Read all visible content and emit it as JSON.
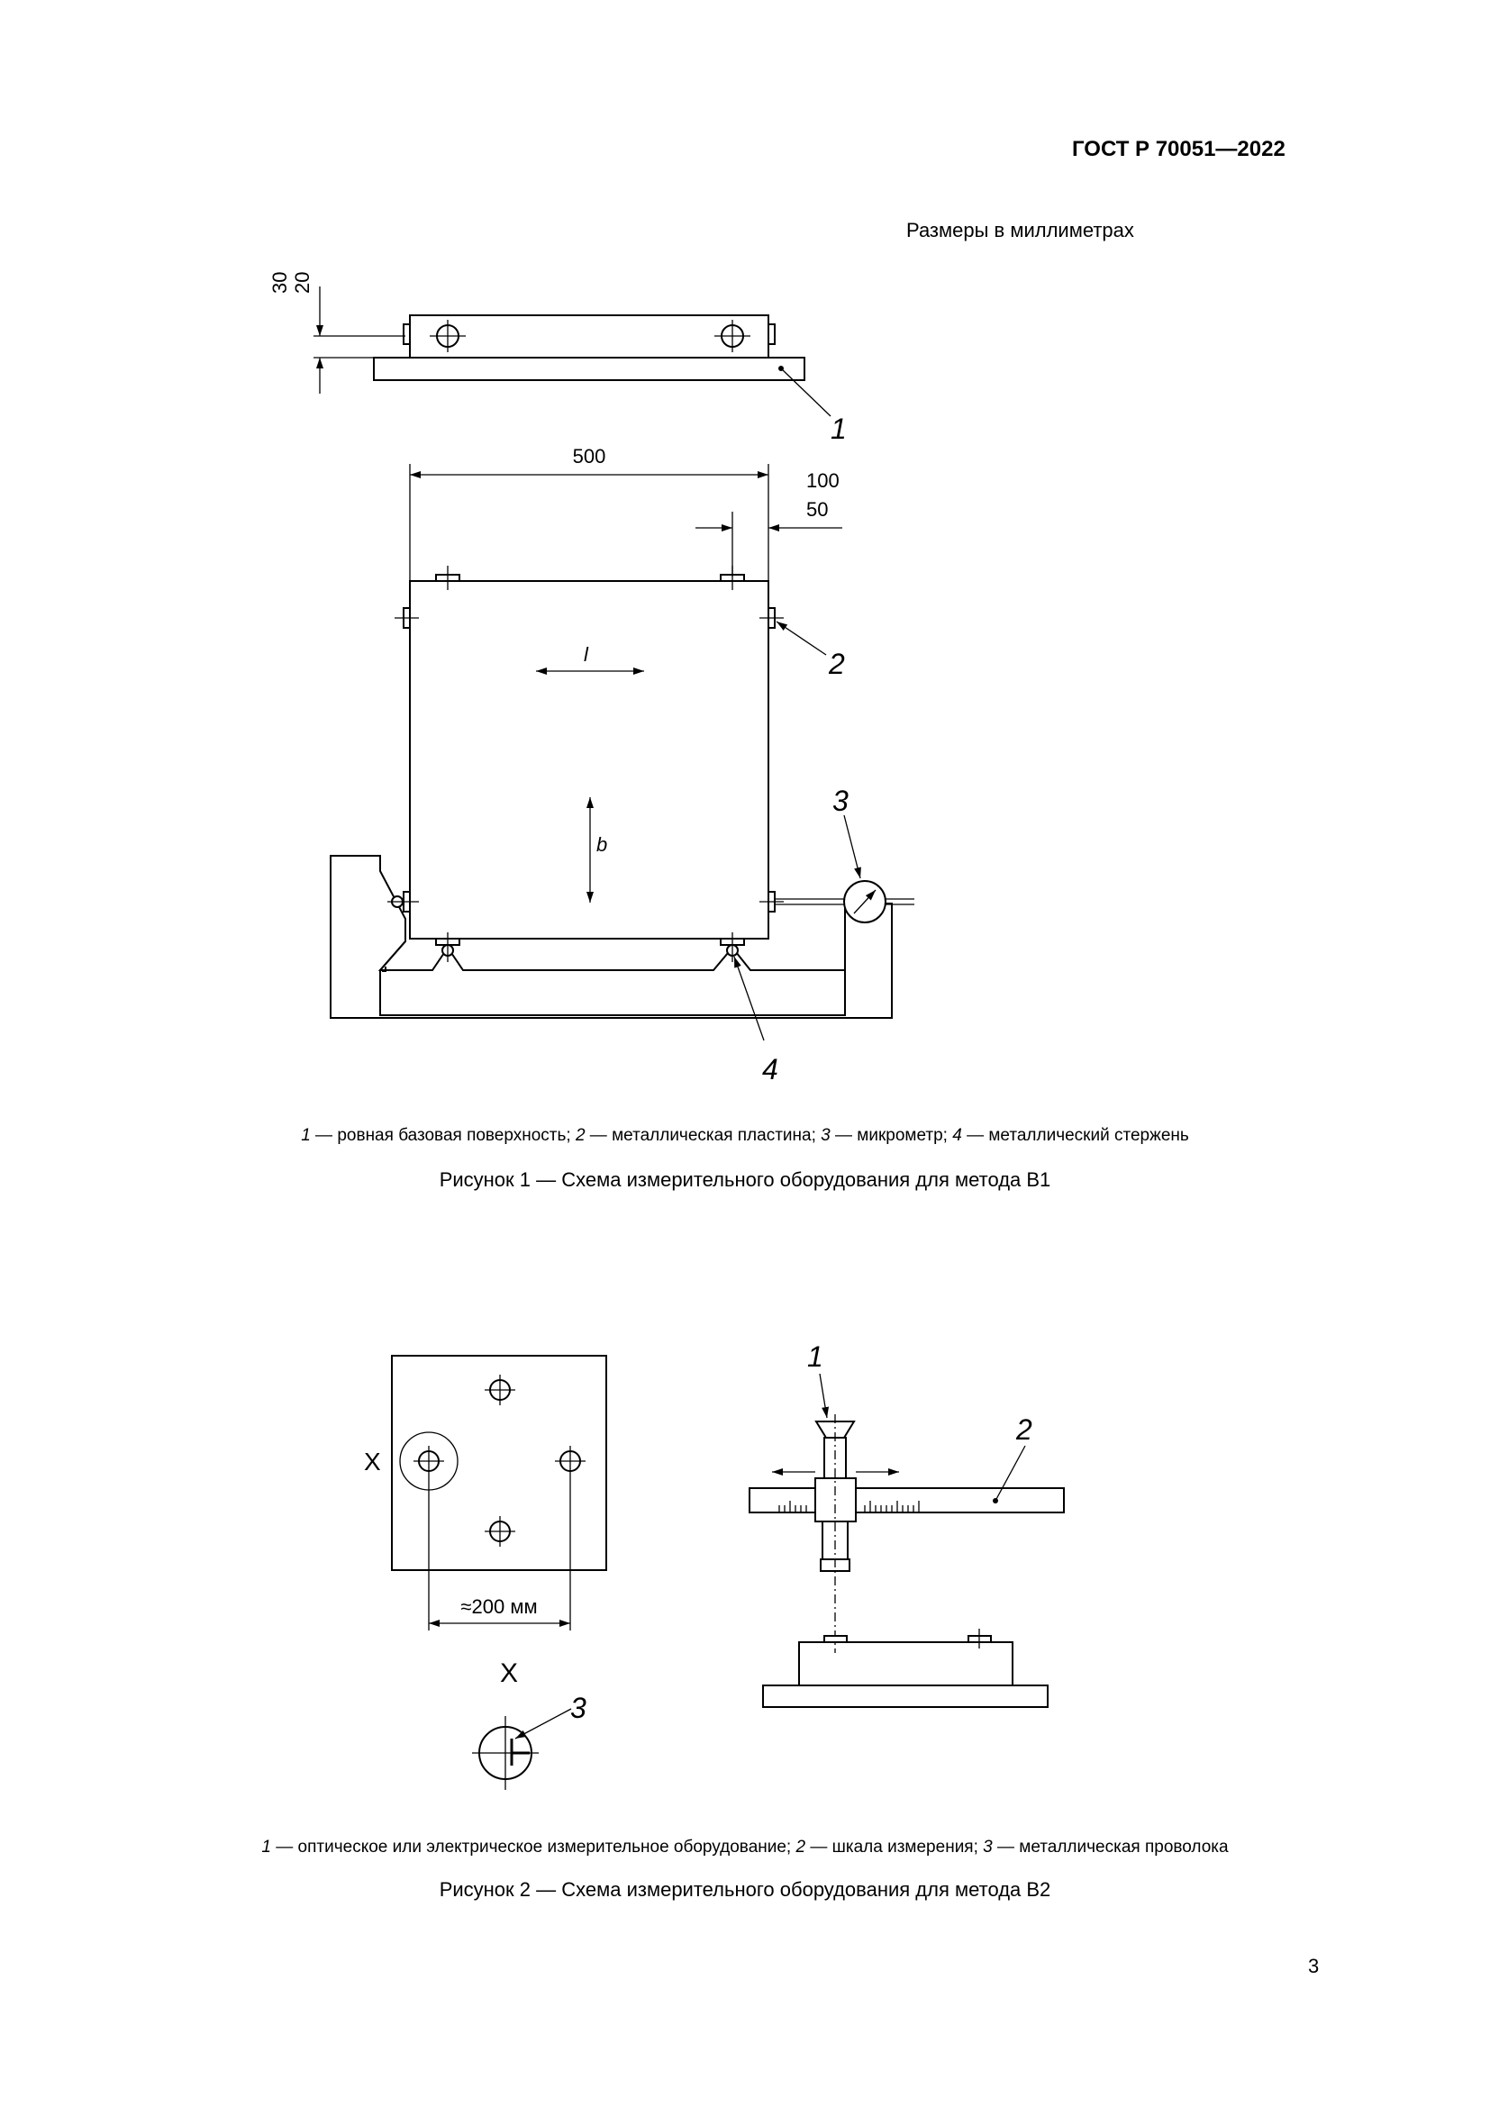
{
  "header": {
    "standard": "ГОСТ Р 70051—2022"
  },
  "units_note": "Размеры в миллиметрах",
  "figure1": {
    "dims": {
      "d30": "30",
      "d20": "20",
      "d500": "500",
      "d100": "100",
      "d50": "50"
    },
    "callouts": {
      "c1": "1",
      "c2": "2",
      "c3": "3",
      "c4": "4"
    },
    "axes": {
      "l": "l",
      "b": "b"
    },
    "legend": [
      {
        "num": "1",
        "text": " — ровная базовая поверхность; "
      },
      {
        "num": "2",
        "text": " — металлическая пластина; "
      },
      {
        "num": "3",
        "text": " — микрометр; "
      },
      {
        "num": "4",
        "text": " — металлический стержень"
      }
    ],
    "caption": "Рисунок 1 — Схема измерительного оборудования для метода B1"
  },
  "figure2": {
    "x_label": "X",
    "x_detail_label": "X",
    "distance": "≈200 мм",
    "callouts": {
      "c1": "1",
      "c2": "2",
      "c3": "3"
    },
    "legend": [
      {
        "num": "1",
        "text": " — оптическое или электрическое измерительное оборудование; "
      },
      {
        "num": "2",
        "text": " — шкала измерения; "
      },
      {
        "num": "3",
        "text": " — металлическая проволока"
      }
    ],
    "caption": "Рисунок 2 — Схема измерительного оборудования для метода B2"
  },
  "page_number": "3"
}
